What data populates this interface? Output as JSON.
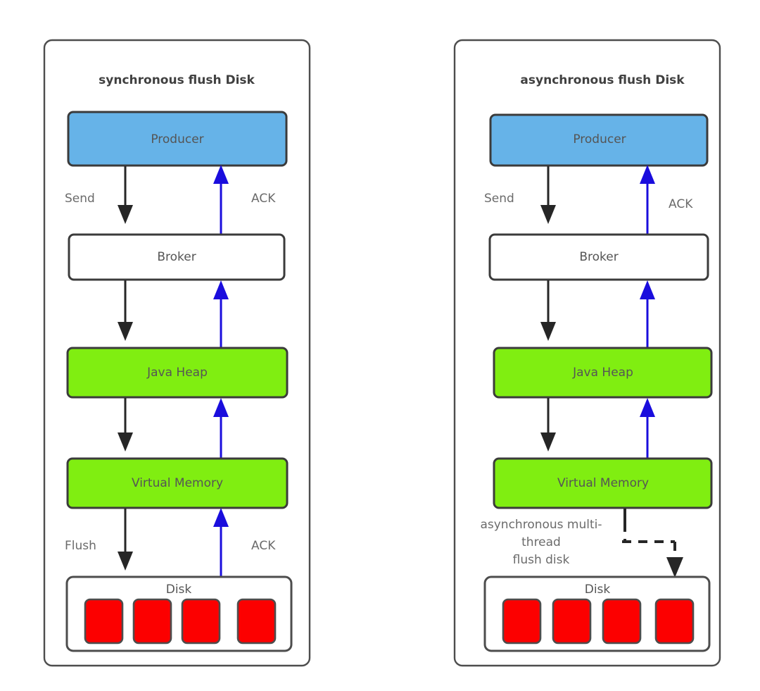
{
  "diagram": {
    "title_semantic": "rocketmq-flush-disk-comparison",
    "colors": {
      "producer_fill": "#66b3e8",
      "broker_fill": "#ffffff",
      "memory_fill": "#80ee11",
      "disk_block_fill": "#fc0000",
      "downstream_arrow": "#262626",
      "ack_arrow": "#1a0ddd",
      "frame_stroke": "#4d4d4d",
      "text": "#555555",
      "background": "#ffffff"
    },
    "panels": [
      {
        "id": "synchronous",
        "title": "synchronous flush Disk",
        "nodes": [
          {
            "id": "producer",
            "label": "Producer",
            "style": "blue"
          },
          {
            "id": "broker",
            "label": "Broker",
            "style": "white"
          },
          {
            "id": "java-heap",
            "label": "Java Heap",
            "style": "green"
          },
          {
            "id": "virtual-memory",
            "label": "Virtual Memory",
            "style": "green"
          },
          {
            "id": "disk",
            "label": "Disk",
            "style": "disk"
          }
        ],
        "disk_blocks": 4,
        "edges": [
          {
            "id": "producer-to-broker",
            "label": "Send",
            "direction": "down",
            "color": "#262626",
            "style": "solid"
          },
          {
            "id": "broker-to-producer",
            "label": "ACK",
            "direction": "up",
            "color": "#1a0ddd",
            "style": "solid"
          },
          {
            "id": "broker-to-java-heap",
            "label": "",
            "direction": "down",
            "color": "#262626",
            "style": "solid"
          },
          {
            "id": "java-heap-to-broker",
            "label": "",
            "direction": "up",
            "color": "#1a0ddd",
            "style": "solid"
          },
          {
            "id": "java-heap-to-memory",
            "label": "",
            "direction": "down",
            "color": "#262626",
            "style": "solid"
          },
          {
            "id": "memory-to-java-heap",
            "label": "",
            "direction": "up",
            "color": "#1a0ddd",
            "style": "solid"
          },
          {
            "id": "memory-to-disk",
            "label": "Flush",
            "direction": "down",
            "color": "#262626",
            "style": "solid"
          },
          {
            "id": "disk-to-memory",
            "label": "ACK",
            "direction": "up",
            "color": "#1a0ddd",
            "style": "solid"
          }
        ]
      },
      {
        "id": "asynchronous",
        "title": "asynchronous flush Disk",
        "nodes": [
          {
            "id": "producer",
            "label": "Producer",
            "style": "blue"
          },
          {
            "id": "broker",
            "label": "Broker",
            "style": "white"
          },
          {
            "id": "java-heap",
            "label": "Java Heap",
            "style": "green"
          },
          {
            "id": "virtual-memory",
            "label": "Virtual Memory",
            "style": "green"
          },
          {
            "id": "disk",
            "label": "Disk",
            "style": "disk"
          }
        ],
        "disk_blocks": 4,
        "async_note_lines": [
          "asynchronous multi-",
          "thread",
          "flush disk"
        ],
        "edges": [
          {
            "id": "producer-to-broker",
            "label": "Send",
            "direction": "down",
            "color": "#262626",
            "style": "solid"
          },
          {
            "id": "broker-to-producer",
            "label": "ACK",
            "direction": "up",
            "color": "#1a0ddd",
            "style": "solid"
          },
          {
            "id": "broker-to-java-heap",
            "label": "",
            "direction": "down",
            "color": "#262626",
            "style": "solid"
          },
          {
            "id": "java-heap-to-broker",
            "label": "",
            "direction": "up",
            "color": "#1a0ddd",
            "style": "solid"
          },
          {
            "id": "java-heap-to-memory",
            "label": "",
            "direction": "down",
            "color": "#262626",
            "style": "solid"
          },
          {
            "id": "memory-to-java-heap",
            "label": "",
            "direction": "up",
            "color": "#1a0ddd",
            "style": "solid"
          },
          {
            "id": "memory-to-disk",
            "label": "",
            "direction": "down",
            "color": "#262626",
            "style": "dashed"
          }
        ]
      }
    ]
  }
}
